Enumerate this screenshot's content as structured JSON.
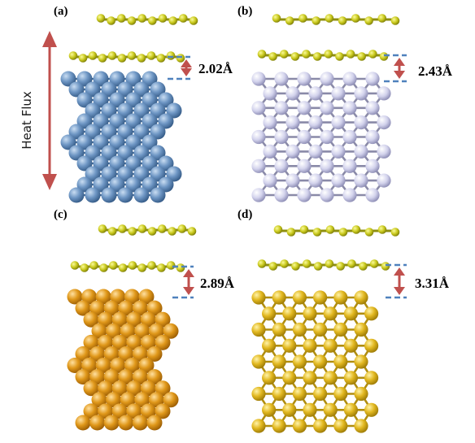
{
  "heat_flux_label": "Heat Flux",
  "colors": {
    "graphene": "#c8c81c",
    "graphene_bond": "#8f8f10",
    "arrow": "#c0504d",
    "dash": "#4f81bd",
    "substrate_a": "#6e96c4",
    "substrate_b": "#d2d2ec",
    "substrate_c": "#e0981a",
    "substrate_d": "#e2b820"
  },
  "panels": [
    {
      "id": "a",
      "label": "(a)",
      "distance": "2.02Å",
      "substrate_color": "#6e96c4",
      "style": "dense"
    },
    {
      "id": "b",
      "label": "(b)",
      "distance": "2.43Å",
      "substrate_color": "#d2d2ec",
      "style": "lattice"
    },
    {
      "id": "c",
      "label": "(c)",
      "label_text": "(c)",
      "distance": "2.89Å",
      "substrate_color": "#e0981a",
      "style": "dense"
    },
    {
      "id": "d",
      "label": "(d)",
      "distance": "3.31Å",
      "substrate_color": "#e2b820",
      "style": "lattice"
    }
  ]
}
